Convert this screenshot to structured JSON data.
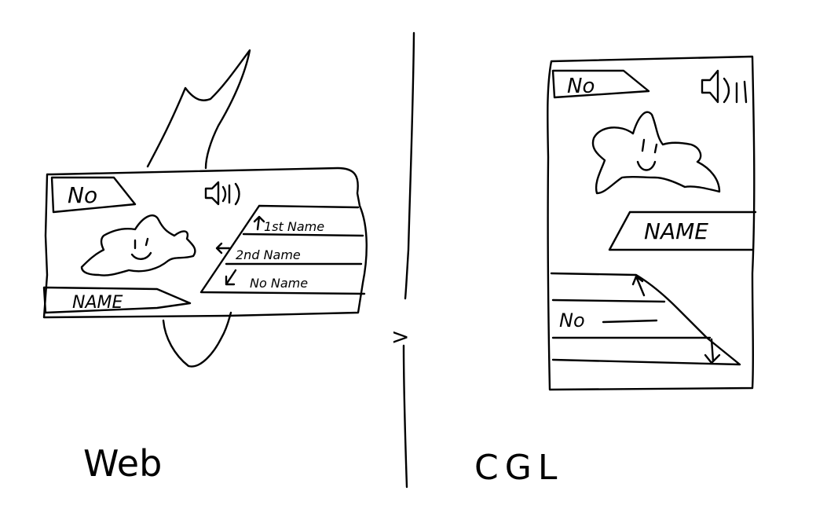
{
  "colors": {
    "ink": "#000000",
    "paper": "#ffffff"
  },
  "web": {
    "caption": "Web",
    "card": {
      "number": "No",
      "name": "NAME",
      "speaker_icon": "speaker-icon",
      "list": [
        "1st Name",
        "2nd Name",
        "No Name"
      ],
      "arrow_up_icon": "arrow-up-icon",
      "arrow_left_icon": "arrow-left-icon",
      "arrow_down_icon": "arrow-down-left-icon"
    }
  },
  "separator": {
    "symbol": ">"
  },
  "cgl": {
    "caption": "CGL",
    "card": {
      "number": "No",
      "name": "NAME",
      "speaker_icon": "speaker-icon",
      "list": [
        "No"
      ],
      "arrow_up_icon": "scroll-up-icon",
      "arrow_down_icon": "scroll-down-icon"
    }
  }
}
